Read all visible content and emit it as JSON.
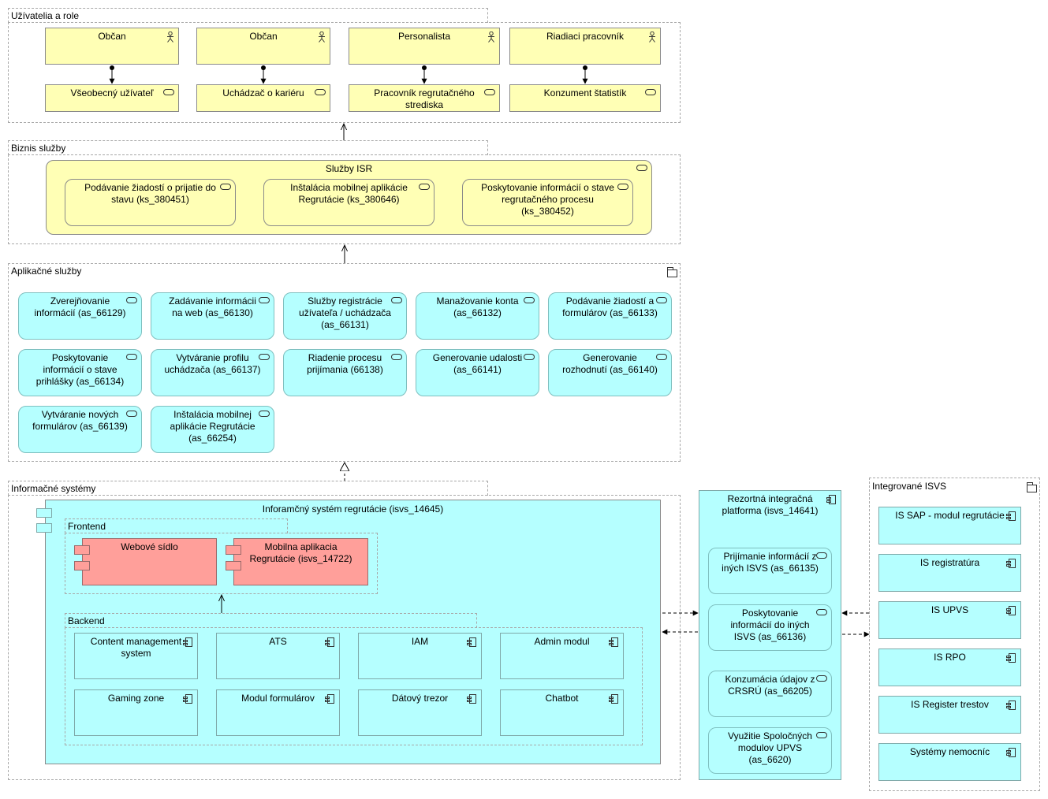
{
  "groups": {
    "users": "Užívatelia a role",
    "business": "Biznis služby",
    "app": "Aplikačné služby",
    "is": "Informačné systémy",
    "integrated": "Integrované ISVS"
  },
  "actors": [
    "Občan",
    "Občan",
    "Personalista",
    "Riadiaci pracovník"
  ],
  "roles": [
    "Všeobecný užívateľ",
    "Uchádzač o kariéru",
    "Pracovník regrutačného strediska",
    "Konzument štatistík"
  ],
  "business_container": "Služby ISR",
  "business_services": [
    "Podávanie žiadostí o prijatie do stavu (ks_380451)",
    "Inštalácia mobilnej aplikácie Regrutácie (ks_380646)",
    "Poskytovanie informácií o stave regrutačného procesu (ks_380452)"
  ],
  "app_services": [
    "Zverejňovanie informácií (as_66129)",
    "Zadávanie informácii na web (as_66130)",
    "Služby registrácie užívateľa / uchádzača (as_66131)",
    "Manažovanie konta (as_66132)",
    "Podávanie žiadostí a formulárov (as_66133)",
    "Poskytovanie informácií o stave prihlášky (as_66134)",
    "Vytváranie profilu uchádzača (as_66137)",
    "Riadenie procesu prijímania (66138)",
    "Generovanie udalosti (as_66141)",
    "Generovanie rozhodnutí (as_66140)",
    "Vytváranie nových formulárov (as_66139)",
    "Inštalácia mobilnej aplikácie Regrutácie (as_66254)"
  ],
  "isr": {
    "title": "Inforamčný systém regrutácie (isvs_14645)",
    "frontend_label": "Frontend",
    "frontend": [
      "Webové sídlo",
      "Mobilna aplikacia Regrutácie (isvs_14722)"
    ],
    "backend_label": "Backend",
    "backend": [
      "Content management system",
      "ATS",
      "IAM",
      "Admin modul",
      "Gaming zone",
      "Modul formulárov",
      "Dátový trezor",
      "Chatbot"
    ]
  },
  "platform": {
    "title": "Rezortná integračná platforma (isvs_14641)",
    "services": [
      "Prijímanie informácií z iných ISVS (as_66135)",
      "Poskytovanie informácií do iných ISVS (as_66136)",
      "Konzumácia údajov z CRSRÚ (as_66205)",
      "Využitie Spoločných modulov UPVS (as_6620)"
    ]
  },
  "integrated_systems": [
    "IS SAP - modul regrutácie",
    "IS registratúra",
    "IS UPVS",
    "IS RPO",
    "IS Register trestov",
    "Systémy nemocníc"
  ],
  "colors": {
    "business_yellow": "#ffffb5",
    "application_cyan": "#b5ffff",
    "component_red": "#ff9f9a",
    "group_border": "#a8a8a8"
  }
}
